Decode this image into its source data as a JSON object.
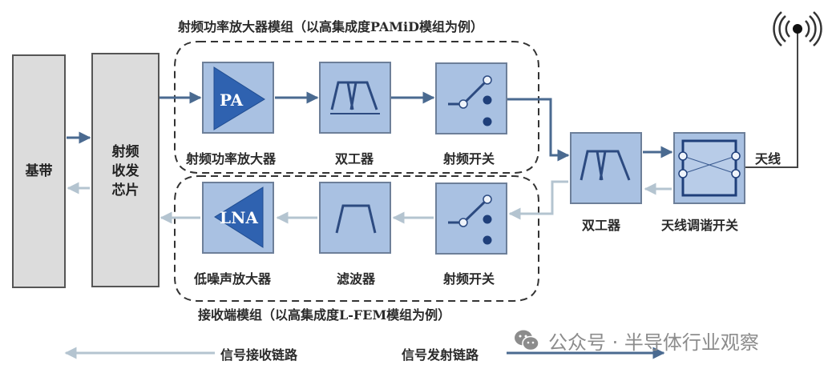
{
  "diagram": {
    "title_tx_module": "射频功率放大器模组（以高集成度PAMiD模组为例）",
    "title_rx_module": "接收端模组（以高集成度L-FEM模组为例）",
    "baseband": {
      "label": "基带"
    },
    "transceiver": {
      "label_line1": "射频",
      "label_line2": "收发",
      "label_line3": "芯片"
    },
    "tx_chain": [
      {
        "label": "射频功率放大器",
        "symbol": "PA",
        "icon": "amplifier-icon"
      },
      {
        "label": "双工器",
        "icon": "duplexer-filter-icon"
      },
      {
        "label": "射频开关",
        "icon": "rf-switch-icon"
      }
    ],
    "rx_chain": [
      {
        "label": "低噪声放大器",
        "symbol": "LNA",
        "icon": "amplifier-icon"
      },
      {
        "label": "滤波器",
        "icon": "bandpass-filter-icon"
      },
      {
        "label": "射频开关",
        "icon": "rf-switch-icon"
      }
    ],
    "duplexer": {
      "label": "双工器",
      "icon": "duplexer-filter-icon"
    },
    "antenna_tuner": {
      "label": "天线调谐开关",
      "icon": "tuner-switch-icon"
    },
    "antenna": {
      "label": "天线",
      "icon": "antenna-icon"
    },
    "legend": {
      "rx_label": "信号接收链路",
      "tx_label": "信号发射链路"
    },
    "watermark": {
      "text": "公众号 · 半导体行业观察",
      "icon": "wechat-icon"
    },
    "colors": {
      "tx_line": "#4a6a90",
      "rx_line": "#b4c4d0",
      "block_fill": "#a9c1e2",
      "block_border": "#6d7f99",
      "symbol_fill": "#2f62b0",
      "gray_box": "#dcdcdc"
    }
  }
}
